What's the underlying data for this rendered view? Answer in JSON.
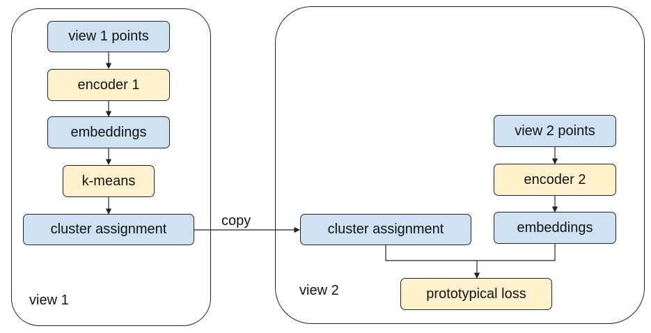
{
  "panels": {
    "left_label": "view 1",
    "right_label": "view 2"
  },
  "nodes": {
    "view1_points": "view 1 points",
    "encoder1": "encoder 1",
    "embeddings1": "embeddings",
    "kmeans": "k-means",
    "cluster_assignment_1": "cluster assignment",
    "cluster_assignment_2": "cluster assignment",
    "view2_points": "view 2 points",
    "encoder2": "encoder 2",
    "embeddings2": "embeddings",
    "prototypical_loss": "prototypical loss"
  },
  "edges": {
    "copy_label": "copy"
  },
  "colors": {
    "data_node": "#cfe2f3",
    "process_node": "#fff2cc",
    "stroke": "#222222"
  }
}
